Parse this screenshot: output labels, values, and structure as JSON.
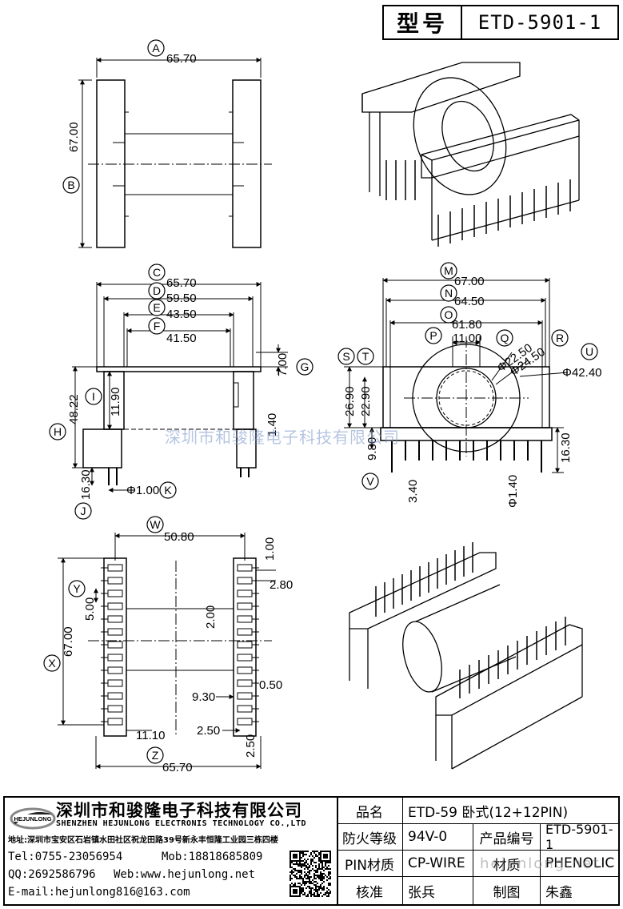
{
  "title_block": {
    "label": "型号",
    "model": "ETD-5901-1"
  },
  "dimensions": {
    "A": "65.70",
    "B": "67.00",
    "C": "65.70",
    "D": "59.50",
    "E": "43.50",
    "F": "41.50",
    "G": "7.00",
    "H": "48.22",
    "I": "11.90",
    "J": "16.30",
    "K": "Φ1.00",
    "K_raw": "1.40",
    "M": "67.00",
    "N": "64.50",
    "O": "61.80",
    "P": "11.00",
    "Q": "Φ22.50",
    "R": "Φ24.50",
    "S": "26.90",
    "T": "22.90",
    "U": "Φ42.40",
    "V": "9.80",
    "V2": "3.40",
    "V3": "Φ1.40",
    "V4": "16.30",
    "W": "50.80",
    "W2": "1.00",
    "W3": "2.80",
    "Y": "5.00",
    "Y2": "2.00",
    "X": "67.00",
    "X2": "9.30",
    "X3": "0.50",
    "Z": "65.70",
    "Z2": "11.10",
    "Z3": "2.50",
    "Z4": "2.50"
  },
  "letters": [
    "A",
    "B",
    "C",
    "D",
    "E",
    "F",
    "G",
    "H",
    "I",
    "J",
    "K",
    "M",
    "N",
    "O",
    "P",
    "Q",
    "R",
    "S",
    "T",
    "U",
    "V",
    "W",
    "Y",
    "X",
    "Z"
  ],
  "watermarks": {
    "center": "深圳市和骏隆电子科技有限公司",
    "footer": "hejunlong.net"
  },
  "company": {
    "logo_text": "HEJUNLONG",
    "cn_name": "深圳市和骏隆电子科技有限公司",
    "en_name": "SHENZHEN HEJUNLONG ELECTRONIS TECHNOLOGY CO.,LTD",
    "address": "地址:深圳市宝安区石岩镇水田社区祝龙田路39号新永丰恒隆工业园三栋四楼",
    "tel": "Tel:0755-23056954",
    "mob": "Mob:18818685809",
    "qq": "QQ:2692586796",
    "web": "Web:www.hejunlong.net",
    "email": "E-mail:hejunlong816@163.com"
  },
  "spec": {
    "product_name_label": "品名",
    "product_name": "ETD-59 卧式(12+12PIN)",
    "flame_label": "防火等级",
    "flame": "94V-0",
    "code_label": "产品编号",
    "code": "ETD-5901-1",
    "pin_label": "PIN材质",
    "pin": "CP-WIRE",
    "material_label": "材质",
    "material": "PHENOLIC",
    "check_label": "核准",
    "check": "张兵",
    "draw_label": "制图",
    "draw": "朱鑫"
  }
}
